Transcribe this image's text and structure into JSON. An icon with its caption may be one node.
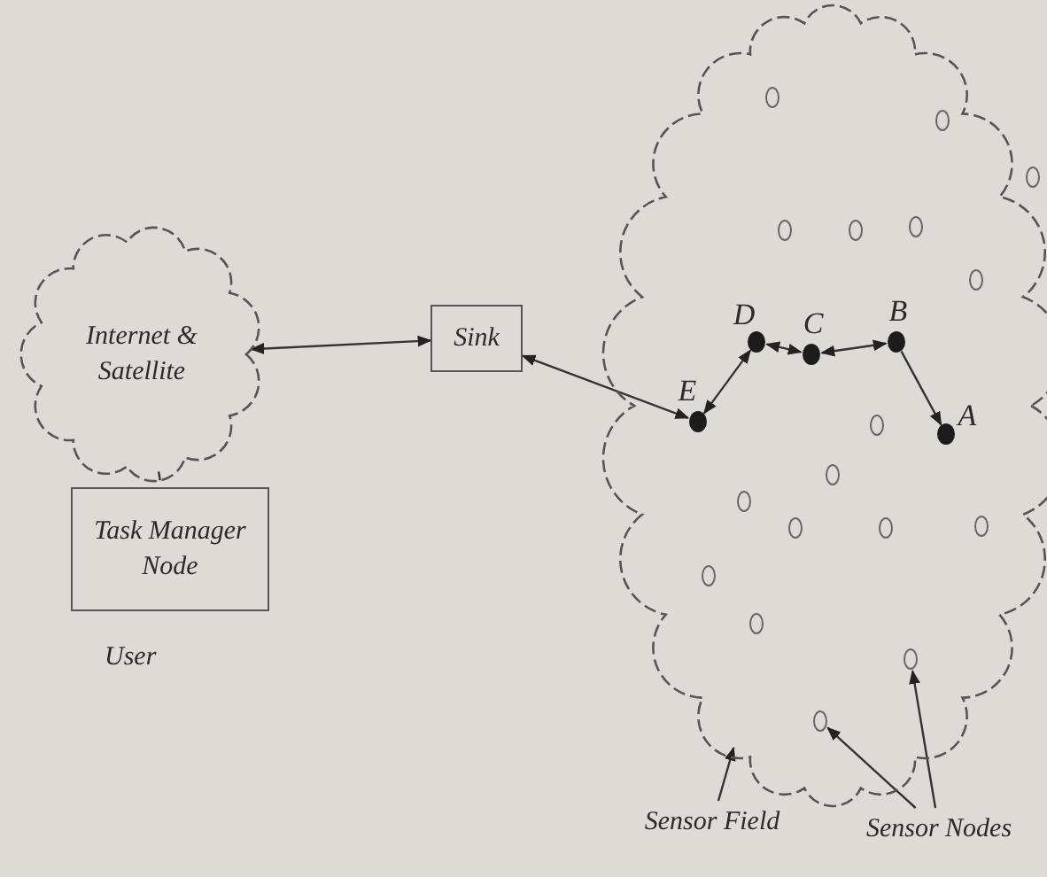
{
  "diagram": {
    "nodes": [
      {
        "text": [
          "Internet & Satellite"
        ]
      },
      {
        "text": [
          "Sink"
        ]
      },
      {
        "text": [
          "Task Manager Node"
        ],
        "beside": [
          "User"
        ]
      },
      {
        "text": [],
        "shape": "cloud"
      },
      {
        "text": [
          "E"
        ],
        "in": 3
      },
      {
        "text": [
          "D"
        ],
        "in": 3
      },
      {
        "text": [
          "C"
        ],
        "in": 3
      },
      {
        "text": [
          "B"
        ],
        "in": 3
      },
      {
        "text": [
          "A"
        ],
        "in": 3
      },
      {
        "text": [],
        "shape": "circle",
        "in": 3
      },
      {
        "text": [],
        "shape": "circle",
        "in": 3
      },
      {
        "text": [],
        "shape": "circle",
        "in": 3
      },
      {
        "text": [],
        "shape": "circle",
        "in": 3
      },
      {
        "text": [],
        "shape": "circle",
        "in": 3
      },
      {
        "text": [],
        "shape": "circle",
        "in": 3
      },
      {
        "text": [],
        "shape": "circle",
        "in": 3
      },
      {
        "text": [],
        "shape": "circle",
        "in": 3
      },
      {
        "text": [],
        "shape": "circle",
        "in": 3
      },
      {
        "text": [],
        "shape": "circle",
        "in": 3
      },
      {
        "text": [],
        "shape": "circle",
        "in": 3
      },
      {
        "text": [],
        "shape": "circle",
        "in": 3
      },
      {
        "text": [],
        "shape": "circle",
        "in": 3
      },
      {
        "text": [],
        "shape": "circle",
        "in": 3
      },
      {
        "text": [],
        "shape": "circle",
        "in": 3
      },
      {
        "text": [],
        "shape": "circle",
        "in": 3
      },
      {
        "text": [],
        "shape": "circle",
        "in": 3
      },
      {
        "text": [
          "Sensor Field"
        ]
      },
      {
        "text": [
          "Sensor Nodes"
        ]
      }
    ],
    "edges": [
      {
        "from": 0,
        "to": 1,
        "arrow": "both"
      },
      {
        "from": 4,
        "to": 1,
        "arrow": "both"
      },
      {
        "from": 4,
        "to": 5,
        "arrow": "both"
      },
      {
        "from": 5,
        "to": 6,
        "arrow": "both"
      },
      {
        "from": 6,
        "to": 7,
        "arrow": "both"
      },
      {
        "from": 7,
        "to": 8,
        "arrow": "to"
      },
      {
        "from": 0,
        "to": 2,
        "arrow": "none",
        "style": "dashed"
      },
      {
        "from": 26,
        "to": 3,
        "arrow": "to"
      },
      {
        "from": 27,
        "to": 25,
        "arrow": "to"
      },
      {
        "from": 27,
        "to": 24,
        "arrow": "to"
      }
    ]
  }
}
